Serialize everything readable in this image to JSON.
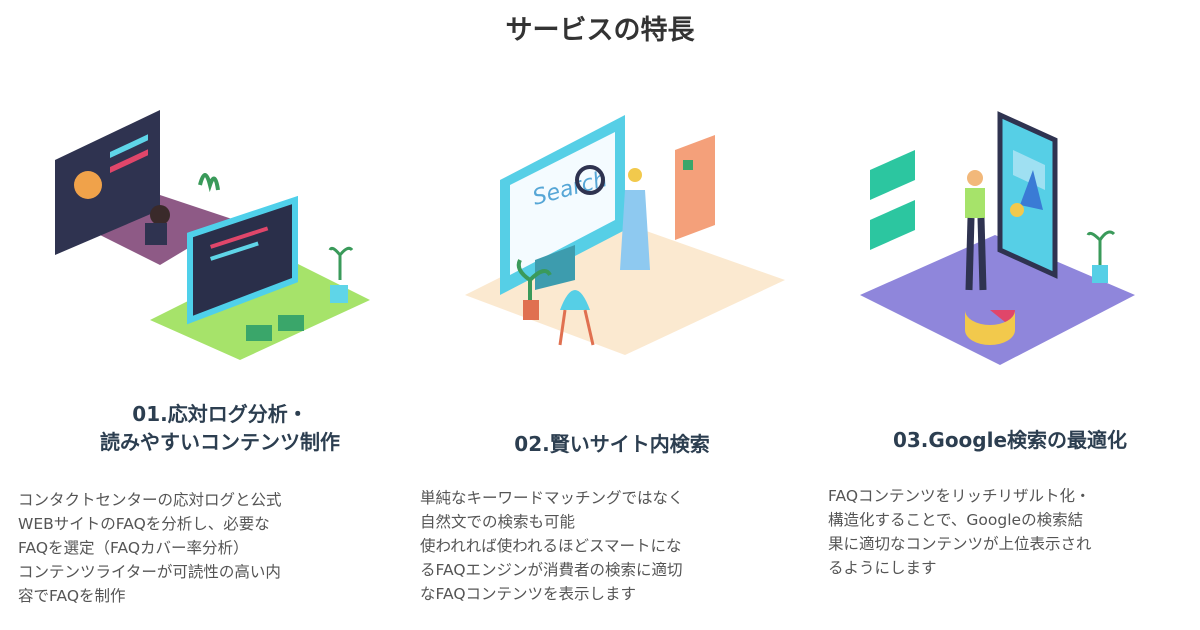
{
  "page_title": "サービスの特長",
  "features": [
    {
      "heading_lines": [
        "01.応対ログ分析・",
        "読みやすいコンテンツ制作"
      ],
      "body_lines": [
        "コンタクトセンターの応対ログと公式",
        "WEBサイトのFAQを分析し、必要な",
        "FAQを選定（FAQカバー率分析）",
        "コンテンツライターが可読性の高い内",
        "容でFAQを制作"
      ]
    },
    {
      "heading_lines": [
        "02.賢いサイト内検索"
      ],
      "body_lines": [
        "単純なキーワードマッチングではなく",
        "自然文での検索も可能",
        "使われれば使われるほどスマートにな",
        "るFAQエンジンが消費者の検索に適切",
        "なFAQコンテンツを表示します"
      ]
    },
    {
      "heading_lines": [
        "03.Google検索の最適化"
      ],
      "body_lines": [
        "FAQコンテンツをリッチリザルト化・",
        "構造化することで、Googleの検索結",
        "果に適切なコンテンツが上位表示され",
        "るようにします"
      ]
    }
  ],
  "colors": {
    "heading": "#2c3e50",
    "body": "#555555",
    "title": "#333333"
  }
}
